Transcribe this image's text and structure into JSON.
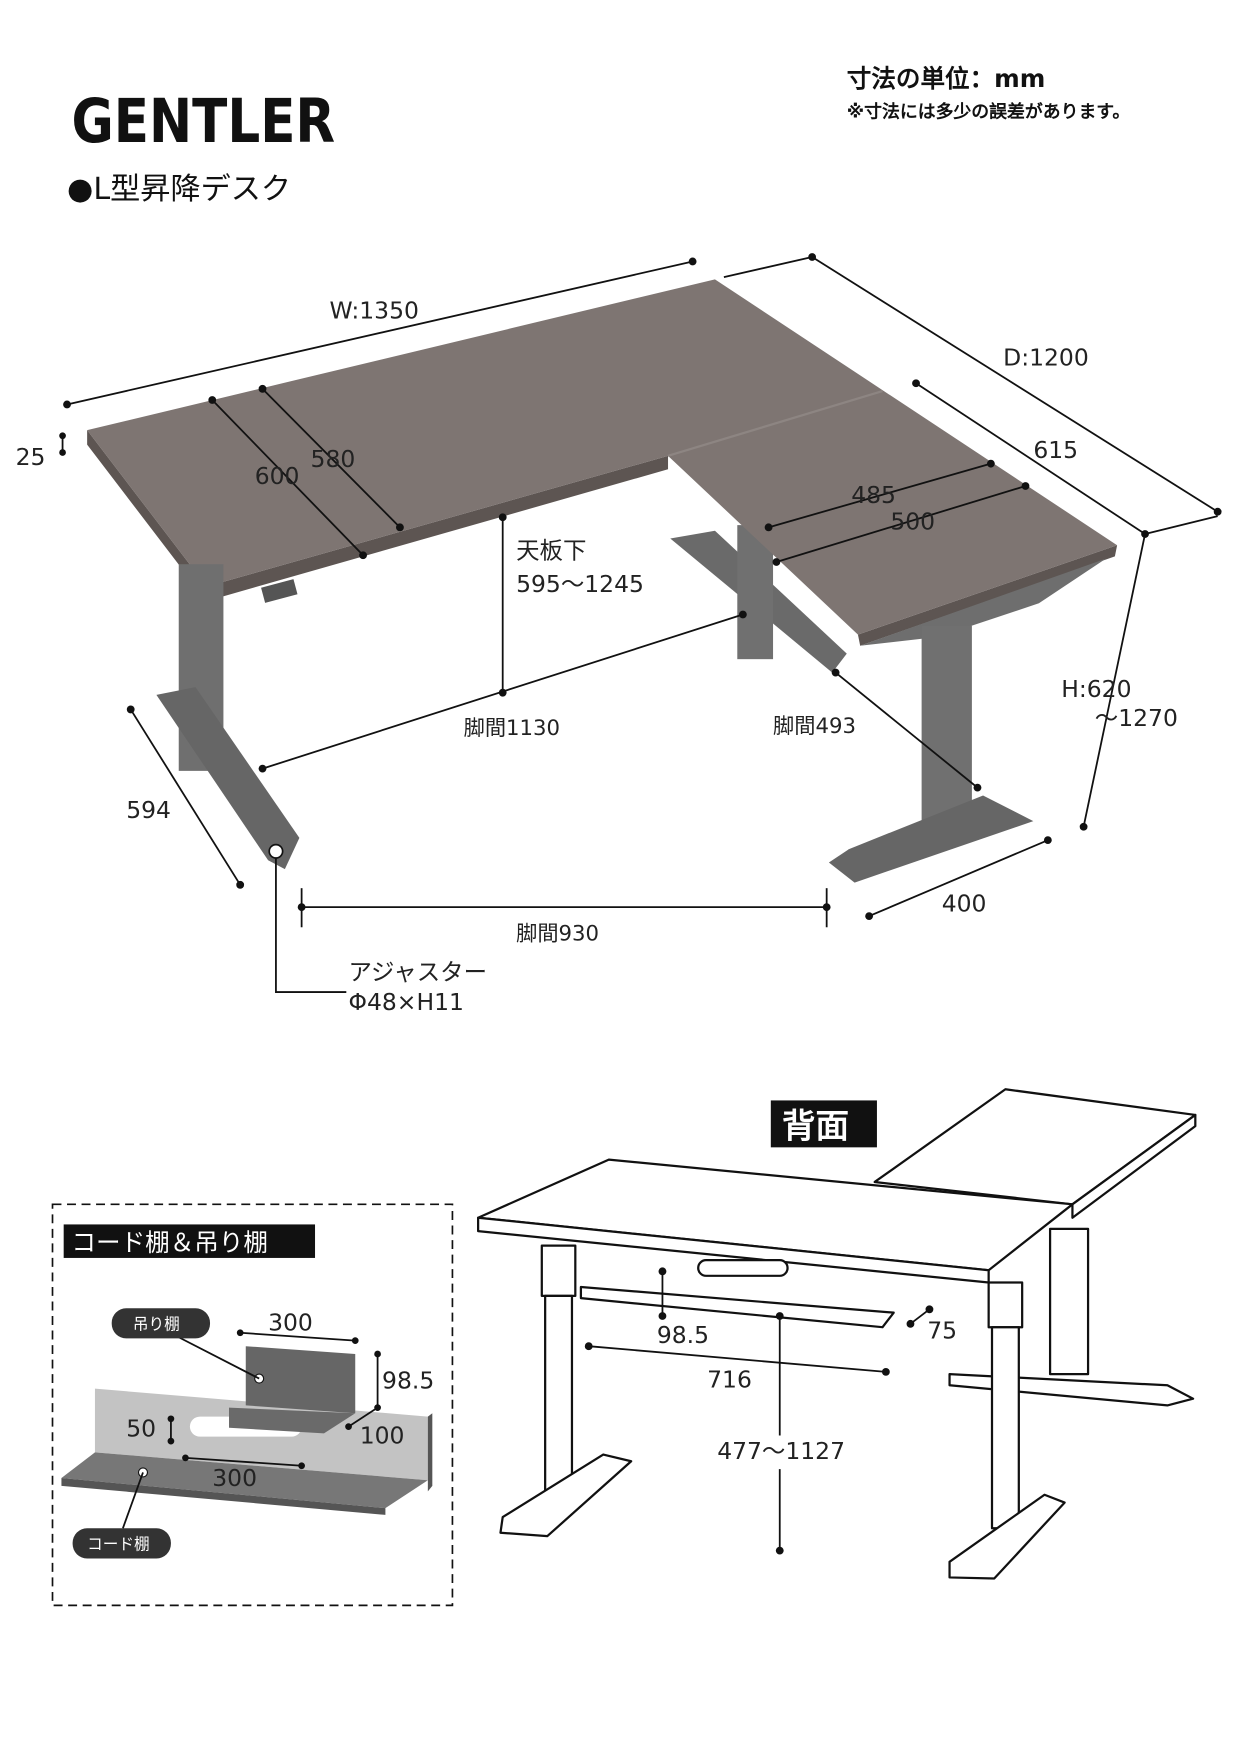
{
  "header": {
    "brand": "GENTLER",
    "product_title": "●L型昇降デスク",
    "unit_note": "寸法の単位：mm",
    "tolerance_note": "※寸法には多少の誤差があります。"
  },
  "main_view": {
    "width": "W:1350",
    "depth": "D:1200",
    "thickness": "25",
    "depth_left_outer": "600",
    "depth_left_inner": "580",
    "return_length": "615",
    "return_depth_inner": "485",
    "return_depth_outer": "500",
    "under_top_label": "天板下",
    "under_top_value": "595～1245",
    "leg_span_1130": "脚間1130",
    "leg_span_493": "脚間493",
    "leg_span_930": "脚間930",
    "foot_left": "594",
    "foot_right": "400",
    "height_label": "H:620",
    "height_value": "～1270",
    "adjuster_label": "アジャスター",
    "adjuster_value": "Φ48×H11"
  },
  "rear_view": {
    "title": "背面",
    "shelf_height": "98.5",
    "shelf_depth": "75",
    "shelf_width": "716",
    "under_height": "477～1127"
  },
  "inset": {
    "title": "コード棚＆吊り棚",
    "hanging_shelf": "吊り棚",
    "cord_shelf": "コード棚",
    "hang_width": "300",
    "hang_height": "98.5",
    "hang_depth": "100",
    "slot_height": "50",
    "slot_width": "300"
  },
  "colors": {
    "desk_top": "#7e7572",
    "desk_edge": "#5d5552",
    "leg": "#6e6e6e",
    "ink": "#111111"
  }
}
